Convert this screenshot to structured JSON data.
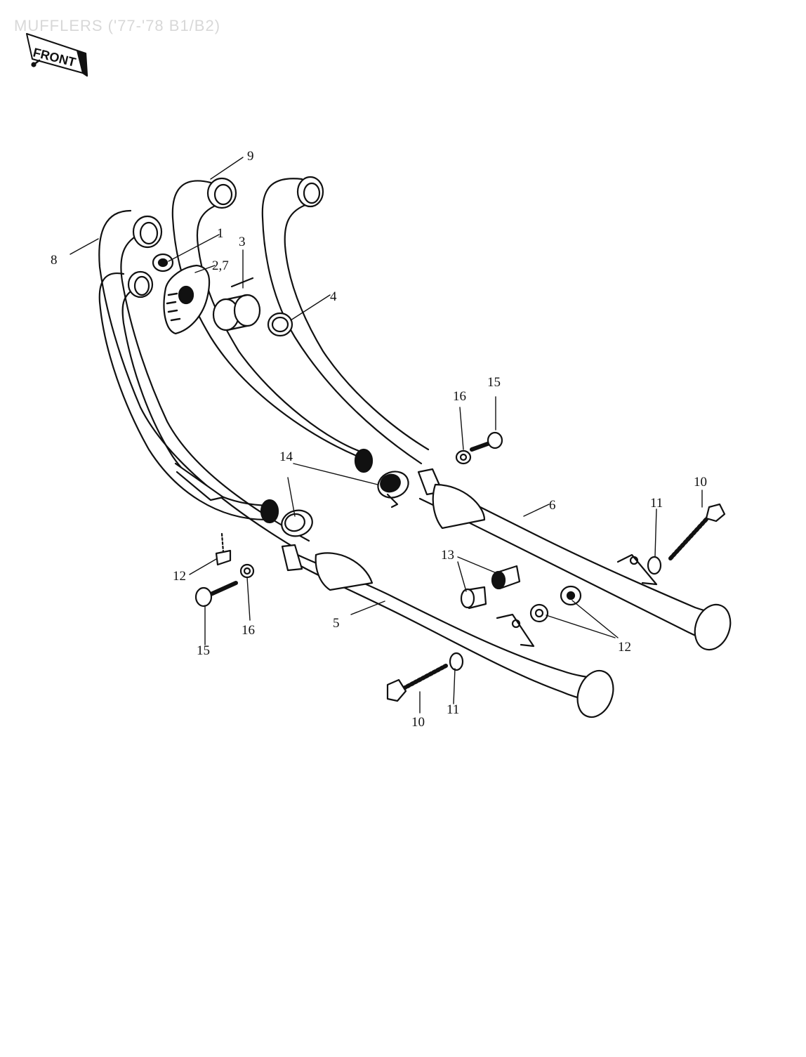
{
  "title": "MUFFLERS ('77-'78 B1/B2)",
  "front_label": "FRONT",
  "callouts": {
    "c1": "1",
    "c2_7": "2,7",
    "c3": "3",
    "c4": "4",
    "c5": "5",
    "c6": "6",
    "c8": "8",
    "c9": "9",
    "c10a": "10",
    "c10b": "10",
    "c11a": "11",
    "c11b": "11",
    "c12a": "12",
    "c12b": "12",
    "c13": "13",
    "c14": "14",
    "c15a": "15",
    "c15b": "15",
    "c16a": "16",
    "c16b": "16"
  }
}
